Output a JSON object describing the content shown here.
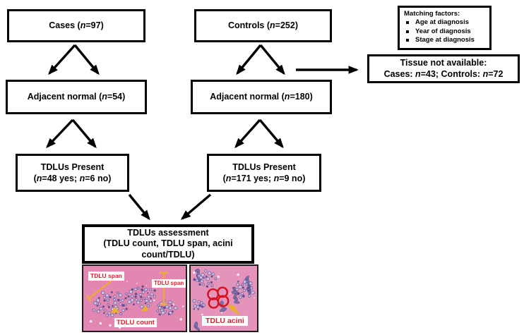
{
  "colors": {
    "box_border": "#000000",
    "box_background": "#ffffff",
    "histology_pink": "#e287b2",
    "cluster_purple": "#6b5e9b",
    "annotation_red": "#e8192c",
    "annotation_yellow": "#f0ad2a"
  },
  "boxes": {
    "cases": {
      "pre": "Cases (",
      "n": "n",
      "post": "=97)"
    },
    "controls": {
      "pre": "Controls (",
      "n": "n",
      "post": "=252)"
    },
    "matching": {
      "title": "Matching factors:",
      "items": [
        "Age at diagnosis",
        "Year of diagnosis",
        "Stage at diagnosis"
      ]
    },
    "tissue": {
      "line1": "Tissue not available:",
      "l2a": "Cases: ",
      "l2b": "n",
      "l2c": "=43; Controls: ",
      "l2d": "n",
      "l2e": "=72"
    },
    "adj_cases": {
      "pre": "Adjacent normal (",
      "n": "n",
      "post": "=54)"
    },
    "adj_controls": {
      "pre": "Adjacent normal (",
      "n": "n",
      "post": "=180)"
    },
    "tdlu_cases": {
      "line1": "TDLUs Present",
      "l2a": "(",
      "l2b": "n",
      "l2c": "=48 yes; ",
      "l2d": "n",
      "l2e": "=6 no)"
    },
    "tdlu_controls": {
      "line1": "TDLUs Present",
      "l2a": "(",
      "l2b": "n",
      "l2c": "=171 yes; ",
      "l2d": "n",
      "l2e": "=9 no)"
    },
    "assessment": {
      "line1": "TDLUs assessment",
      "line2": "(TDLU count, TDLU span, acini count/TDLU)"
    }
  },
  "figure_labels": {
    "span_left": "TDLU span",
    "span_right": "TDLU span",
    "count": "TDLU count",
    "acini": "TDLU acini"
  }
}
